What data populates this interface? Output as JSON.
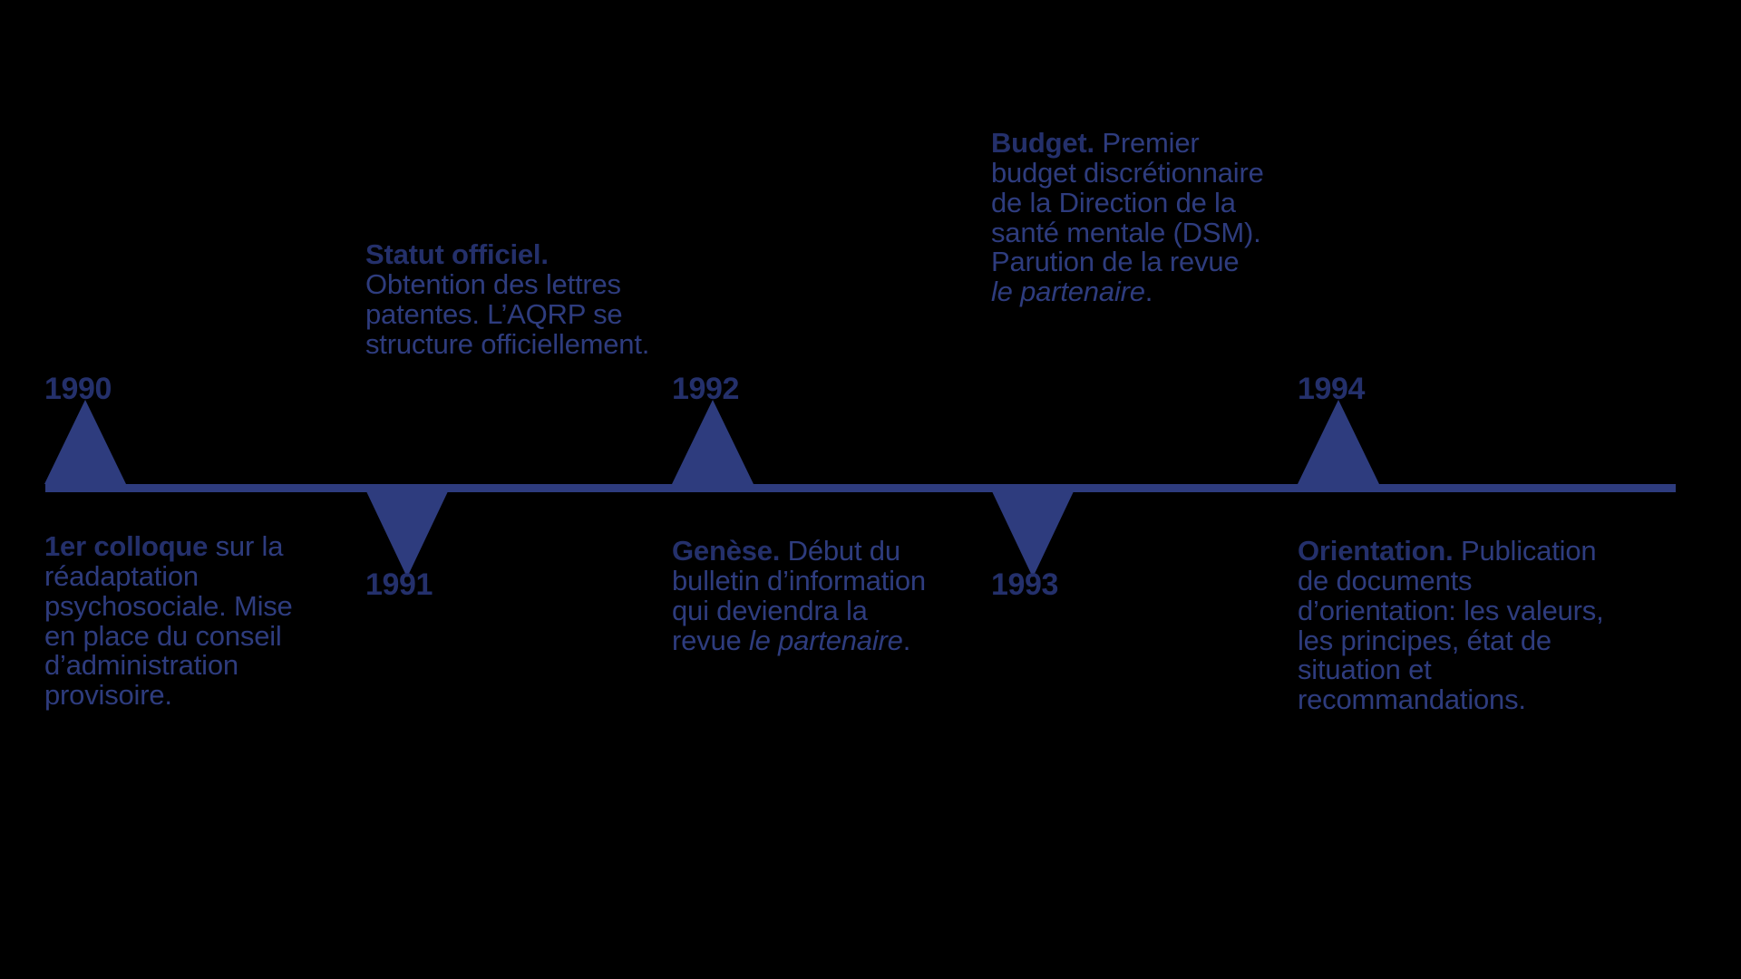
{
  "meta": {
    "title": "Ligne du temps AQRP 1990-1994",
    "accent_color": "#2e3c7e",
    "label_color": "#24306b",
    "background_color": "#000000"
  },
  "axis": {
    "name": "timeline-axis",
    "start_year": "1990",
    "end_year": "1994"
  },
  "chart_data": {
    "type": "timeline",
    "orientation": "horizontal",
    "title": "Ligne du temps AQRP 1990-1994",
    "categories": [
      "1990",
      "1991",
      "1992",
      "1993",
      "1994"
    ],
    "axis_range": [
      "1990",
      "1994"
    ],
    "grid": false,
    "legend": null,
    "events": [
      {
        "year": "1990",
        "marker": "up",
        "side": "below",
        "lead": "1er colloque",
        "body": " sur la réadaptation psychosociale. Mise en place du conseil d’administration provisoire.",
        "italic": ""
      },
      {
        "year": "1991",
        "marker": "down",
        "side": "above",
        "lead": "Statut officiel.",
        "body": " Obtention des lettres patentes. L’AQRP se structure officiellement.",
        "italic": ""
      },
      {
        "year": "1992",
        "marker": "up",
        "side": "below",
        "lead": "Genèse.",
        "body": " Début du bulletin d’information qui deviendra la revue ",
        "italic": "le partenaire",
        "tail": "."
      },
      {
        "year": "1993",
        "marker": "down",
        "side": "above",
        "lead": "Budget.",
        "body": " Premier budget discrétionnaire de la Direction de la santé mentale (DSM). Parution de la revue ",
        "italic": "le partenaire",
        "tail": "."
      },
      {
        "year": "1994",
        "marker": "up",
        "side": "below",
        "lead": "Orientation.",
        "body": " Publication de documents d’orientation: les valeurs, les principes, état de situation et recommandations.",
        "italic": ""
      }
    ]
  },
  "events": {
    "e1990": {
      "year": "1990",
      "lead": "1er colloque",
      "body": " sur la réadaptation psychosociale. Mise en place du conseil d’administration provisoire."
    },
    "e1991": {
      "year": "1991",
      "lead": "Statut officiel.",
      "body": " Obtention des lettres patentes. L’AQRP se structure officiellement."
    },
    "e1992": {
      "year": "1992",
      "lead": "Genèse.",
      "body": " Début du bulletin d’information qui deviendra la revue ",
      "italic": "le partenaire",
      "tail": "."
    },
    "e1993": {
      "year": "1993",
      "lead": "Budget.",
      "body": " Premier budget discrétionnaire de la Direction de la santé mentale (DSM). Parution de la revue ",
      "italic": "le partenaire",
      "tail": "."
    },
    "e1994": {
      "year": "1994",
      "lead": "Orientation.",
      "body": " Publication de documents d’orientation: les valeurs, les principes, état de situation et recommandations."
    }
  }
}
